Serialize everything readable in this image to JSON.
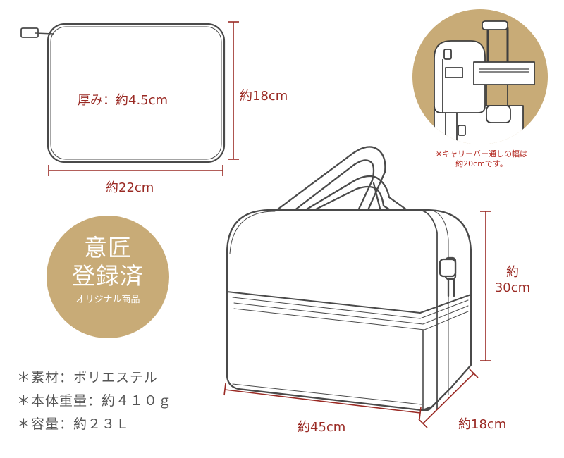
{
  "dimensions": {
    "pouch_thickness": "厚み：約4.5cm",
    "pouch_height": "約18cm",
    "pouch_width": "約22cm",
    "bag_height_line1": "約",
    "bag_height_line2": "30cm",
    "bag_width": "約45cm",
    "bag_depth": "約18cm"
  },
  "badge": {
    "line1": "意匠",
    "line2": "登録済",
    "sub": "オリジナル商品"
  },
  "carry_note": {
    "line1": "※キャリーバー通しの幅は",
    "line2": "約20cmです。"
  },
  "specs": {
    "material": "＊素材：ポリエステル",
    "weight": "＊本体重量：約４１０ｇ",
    "capacity": "＊容量：約２３Ｌ"
  },
  "colors": {
    "accent": "#9a2a24",
    "badge": "#c8ab77",
    "outline": "#4a4a4a"
  }
}
